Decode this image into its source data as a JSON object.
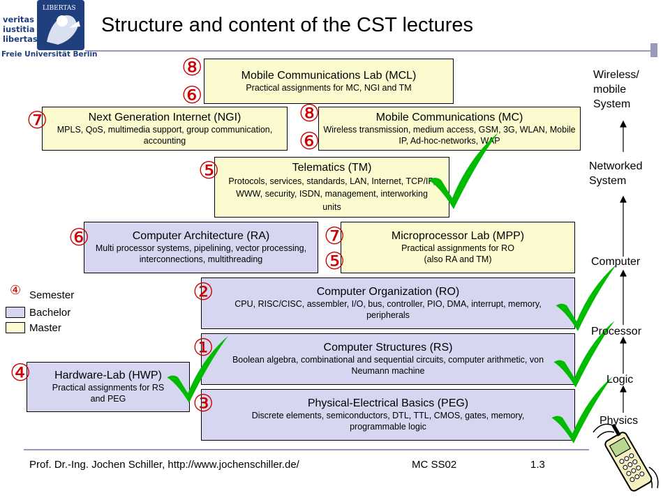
{
  "header": {
    "title": "Structure and content of the CST lectures",
    "logo_lines": [
      "veritas",
      "iustitia",
      "libertas"
    ],
    "logo_university": "Freie Universität Berlin",
    "seal_text": "LIBERTAS"
  },
  "boxes": {
    "mcl": {
      "title": "Mobile Communications Lab (MCL)",
      "desc": "Practical assignments for MC, NGI and TM"
    },
    "ngi": {
      "title": "Next Generation Internet (NGI)",
      "desc": "MPLS, QoS, multimedia support, group communication, accounting"
    },
    "mc": {
      "title": "Mobile Communications (MC)",
      "desc": "Wireless transmission, medium access, GSM, 3G, WLAN, Mobile IP, Ad-hoc-networks, WAP"
    },
    "tm": {
      "title": "Telematics (TM)",
      "desc": "Protocols, services, standards, LAN, Internet, TCP/IP, WWW, security, ISDN, management, interworking units"
    },
    "ra": {
      "title": "Computer Architecture (RA)",
      "desc": "Multi processor systems, pipelining, vector processing, interconnections, multithreading"
    },
    "mpp": {
      "title": "Microprocessor Lab (MPP)",
      "desc": "Practical assignments for RO",
      "desc2": "(also RA and TM)"
    },
    "ro": {
      "title": "Computer Organization (RO)",
      "desc": "CPU, RISC/CISC, assembler, I/O, bus, controller, PIO, DMA, interrupt, memory, peripherals"
    },
    "rs": {
      "title": "Computer Structures (RS)",
      "desc": "Boolean algebra, combinational and sequential circuits, computer arithmetic, von Neumann machine"
    },
    "hwp": {
      "title": "Hardware-Lab (HWP)",
      "desc": "Practical assignments for RS and PEG"
    },
    "peg": {
      "title": "Physical-Electrical Basics (PEG)",
      "desc": "Discrete elements, semiconductors, DTL, TTL, CMOS, gates, memory, programmable logic"
    }
  },
  "semesters": {
    "mcl_a": "⑧",
    "mcl_b": "⑥",
    "ngi": "⑦",
    "mc_a": "⑧",
    "mc_b": "⑥",
    "tm": "⑤",
    "ra": "⑥",
    "mpp_a": "⑦",
    "mpp_b": "⑤",
    "ro": "②",
    "rs": "①",
    "hwp": "④",
    "peg": "③"
  },
  "legend": {
    "semester_symbol": "④",
    "semester_label": "Semester",
    "bachelor_label": "Bachelor",
    "master_label": "Master",
    "bachelor_color": "#d6d6f0",
    "master_color": "#fbfbcf"
  },
  "levels": {
    "wireless": [
      "Wireless/",
      "mobile",
      "System"
    ],
    "networked": [
      "Networked",
      "System"
    ],
    "computer": "Computer",
    "processor": "Processor",
    "logic": "Logic",
    "physics": "Physics"
  },
  "footer": {
    "author": "Prof. Dr.-Ing. Jochen Schiller, http://www.jochenschiller.de/",
    "course": "MC SS02",
    "page": "1.3"
  },
  "colors": {
    "accent_red": "#cc0000",
    "check_green": "#00bb00",
    "rule": "#9999bb",
    "logo_blue": "#1f3f7f"
  }
}
